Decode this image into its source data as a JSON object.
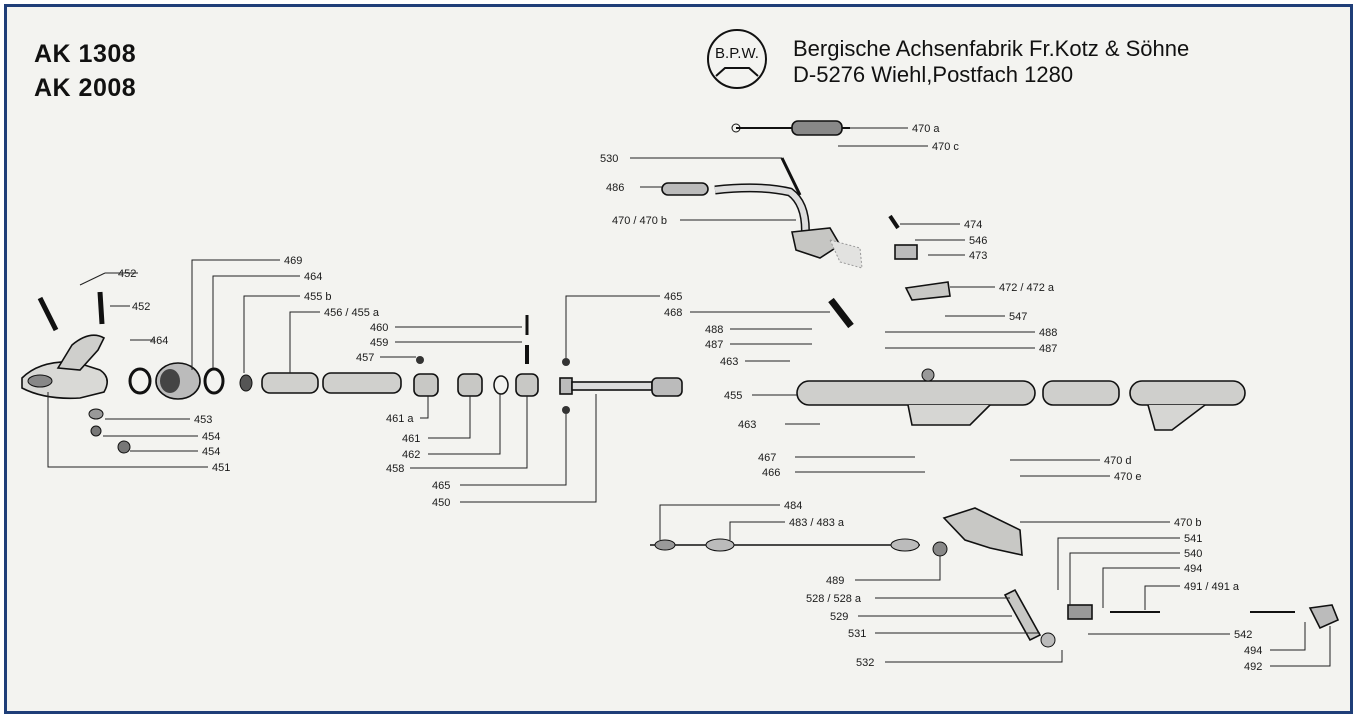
{
  "header": {
    "models": [
      "AK 1308",
      "AK 2008"
    ],
    "logo_text": "B.P.W.",
    "company_line1": "Bergische Achsenfabrik Fr.Kotz & Söhne",
    "company_line2": "D-5276 Wiehl,Postfach 1280"
  },
  "colors": {
    "frame": "#1f3e78",
    "paper": "#f3f3f0",
    "ink": "#111111"
  },
  "parts": {
    "p452a": "452",
    "p452b": "452",
    "p469": "469",
    "p464a": "464",
    "p455b": "455 b",
    "p456": "456 / 455 a",
    "p460": "460",
    "p459": "459",
    "p457": "457",
    "p464b": "464",
    "p453": "453",
    "p454a": "454",
    "p454b": "454",
    "p451": "451",
    "p461a": "461 a",
    "p461": "461",
    "p462": "462",
    "p458": "458",
    "p465b": "465",
    "p450": "450",
    "p465a": "465",
    "p468": "468",
    "p488a": "488",
    "p487a": "487",
    "p463a": "463",
    "p455": "455",
    "p463b": "463",
    "p467": "467",
    "p466": "466",
    "p470a": "470 a",
    "p470c": "470 c",
    "p530": "530",
    "p486": "486",
    "p470470b": "470 / 470 b",
    "p474": "474",
    "p546": "546",
    "p473": "473",
    "p472": "472 / 472 a",
    "p547": "547",
    "p488b": "488",
    "p487b": "487",
    "p470d": "470 d",
    "p470e": "470 e",
    "p484": "484",
    "p483": "483 / 483 a",
    "p470b": "470 b",
    "p541": "541",
    "p540": "540",
    "p494a": "494",
    "p491": "491 / 491 a",
    "p489": "489",
    "p528": "528 / 528 a",
    "p529": "529",
    "p531": "531",
    "p532": "532",
    "p542": "542",
    "p494b": "494",
    "p492": "492"
  }
}
